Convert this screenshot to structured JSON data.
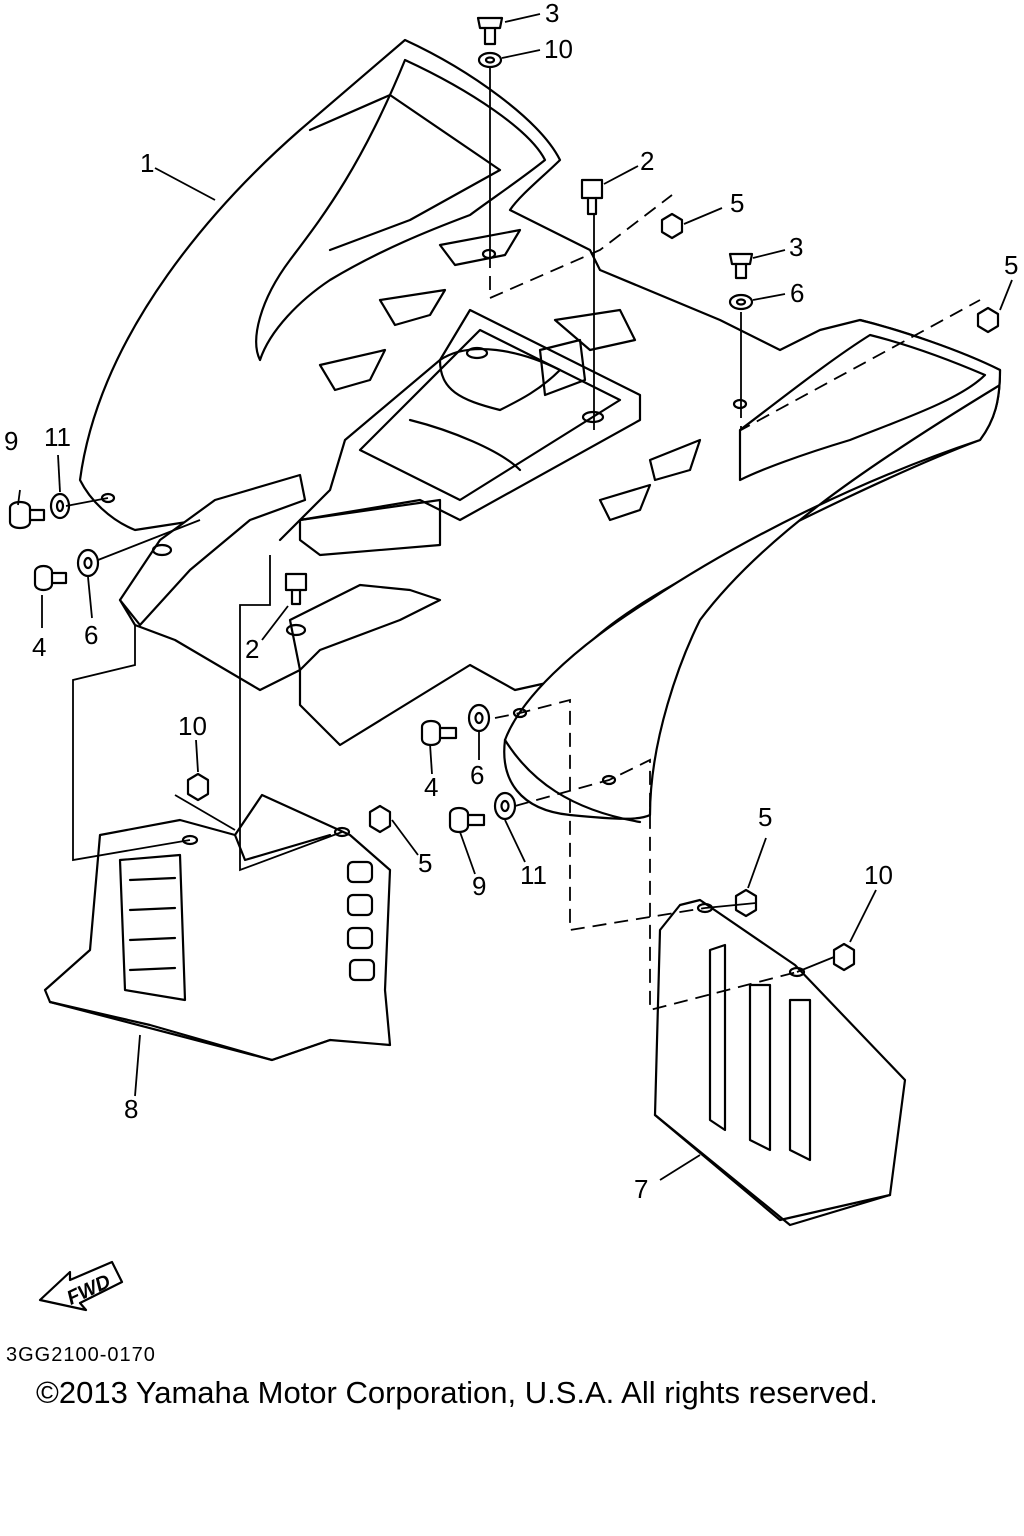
{
  "callouts": [
    "1",
    "2",
    "3",
    "5",
    "6",
    "4",
    "7",
    "8",
    "9",
    "10",
    "11"
  ],
  "fwd_label": "FWD",
  "drawing_code": "3GG2100-0170",
  "copyright": "©2013 Yamaha Motor Corporation, U.S.A. All rights reserved."
}
